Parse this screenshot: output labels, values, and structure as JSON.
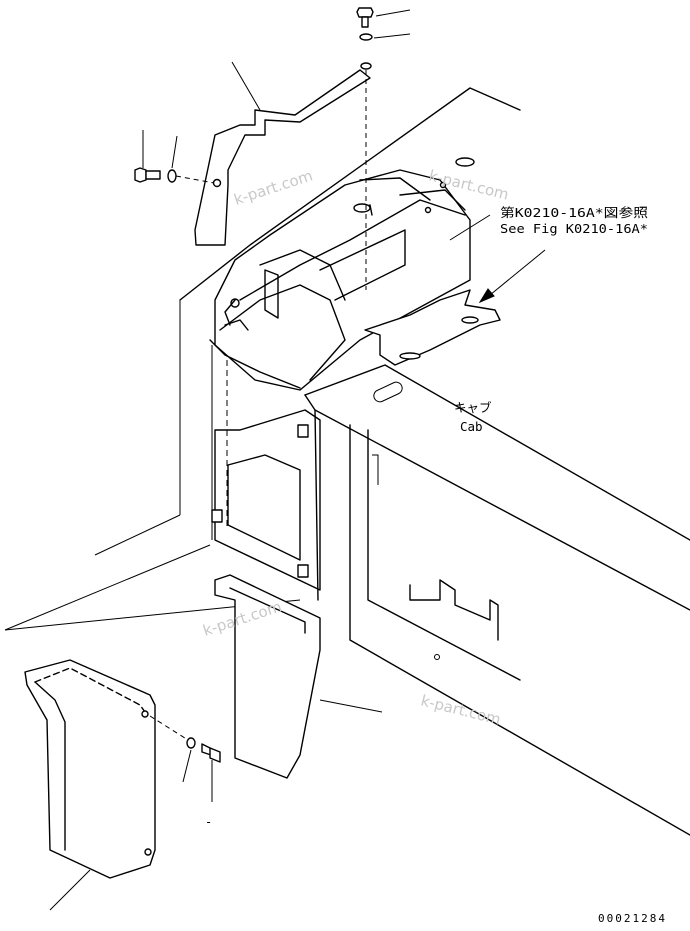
{
  "reference": {
    "jp_line": "第K0210-16A*図参照",
    "en_line": "See Fig K0210-16A*"
  },
  "cab_label": {
    "jp": "キャブ",
    "en": "Cab"
  },
  "watermarks": [
    "k-part.com",
    "k-part.com",
    "k-part.com",
    "k-part.com"
  ],
  "figure_number": "00021284",
  "callout_marks": {
    "washer_note": "-"
  }
}
